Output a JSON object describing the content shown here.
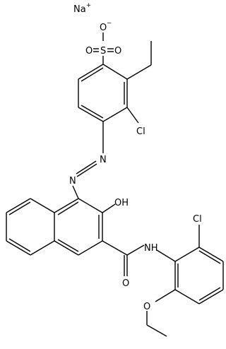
{
  "molecule": {
    "atoms": {
      "na": "Na",
      "na_charge": "+",
      "o_minus": "O",
      "o_minus_charge": "−",
      "s": "S",
      "o_left": "O",
      "o_right": "O",
      "cl_ring": "Cl",
      "n_upper": "N",
      "n_lower": "N",
      "oh": "OH",
      "nh": "NH",
      "o_carbonyl": "O",
      "cl_phenyl": "Cl",
      "o_ether": "O"
    }
  }
}
